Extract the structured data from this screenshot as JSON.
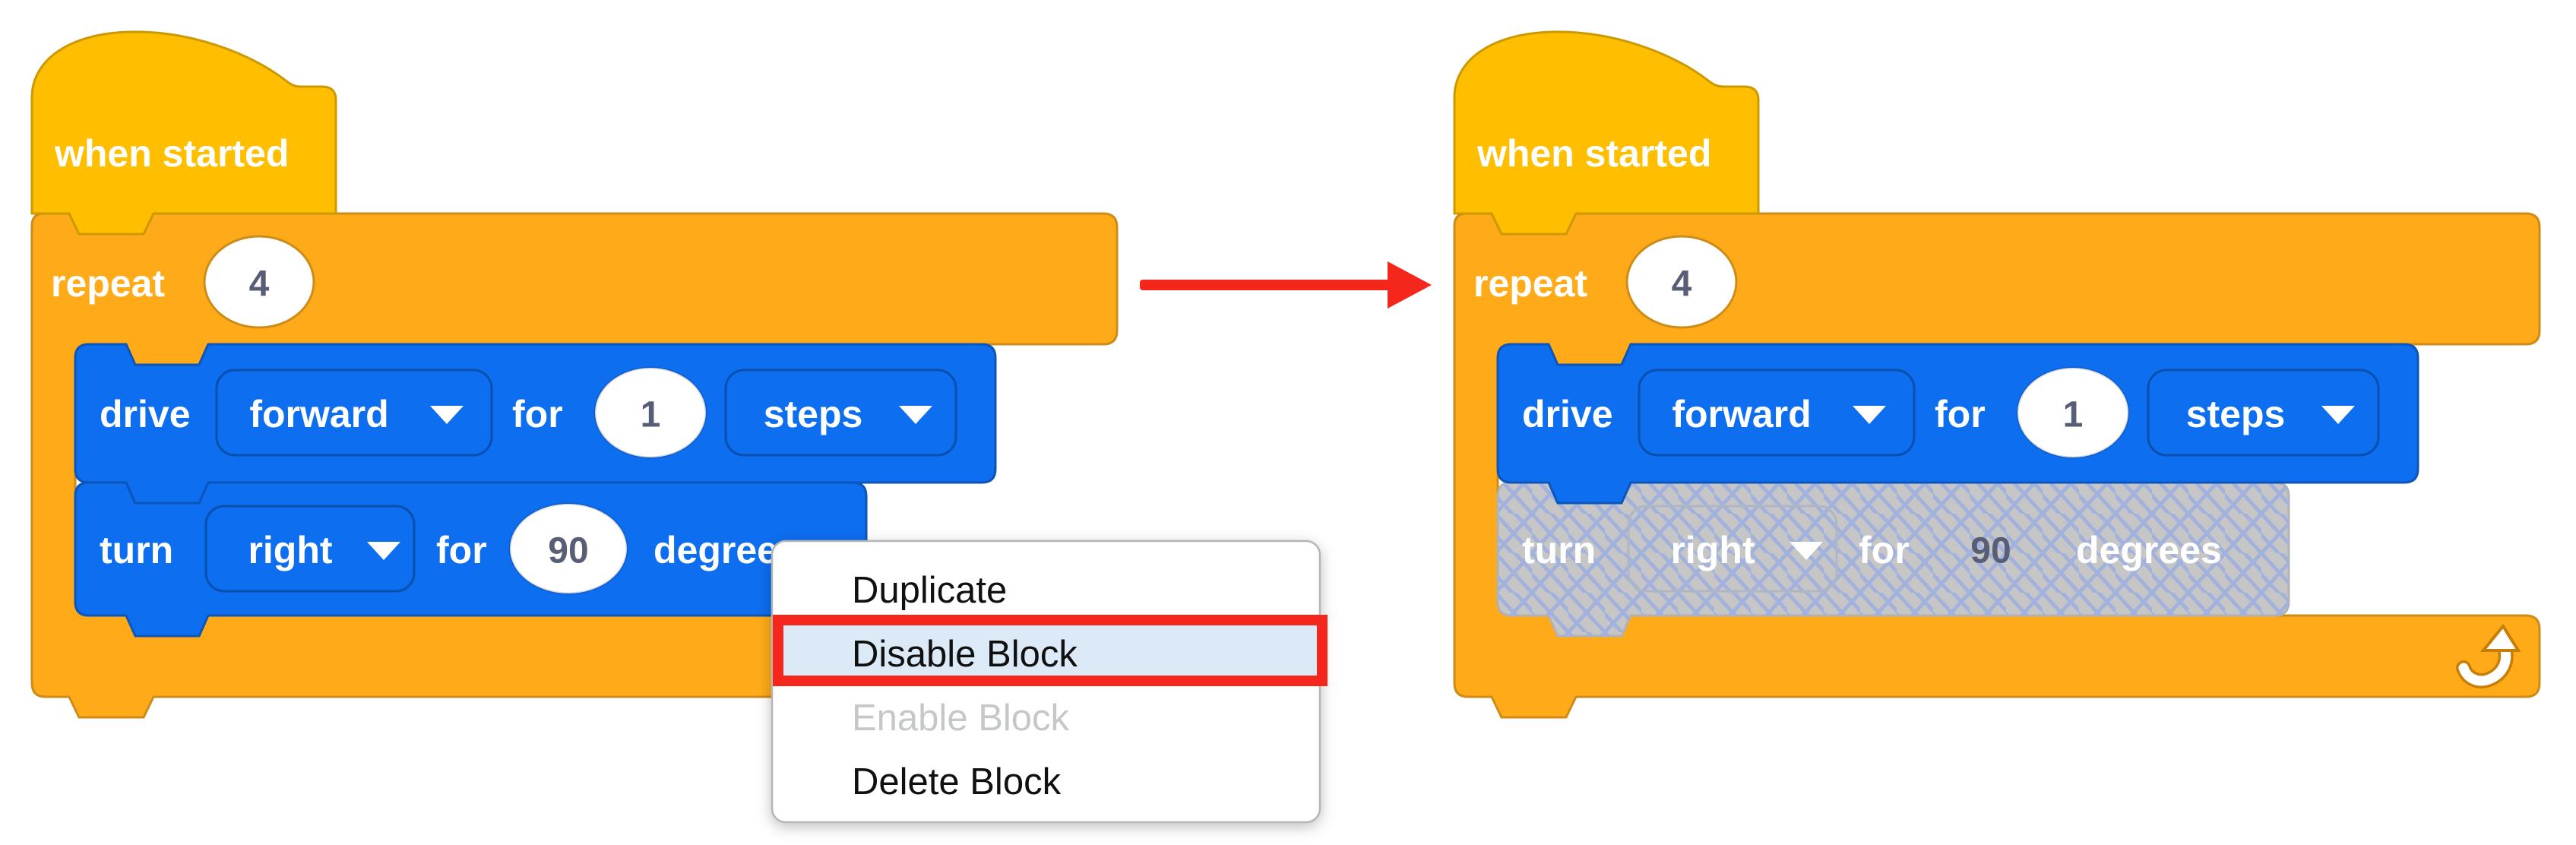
{
  "left_stack": {
    "hat_label": "when started",
    "repeat_label": "repeat",
    "repeat_count": "4",
    "drive_label": "drive",
    "drive_direction": "forward",
    "drive_for": "for",
    "drive_value": "1",
    "drive_unit": "steps",
    "turn_label": "turn",
    "turn_direction": "right",
    "turn_for": "for",
    "turn_value": "90",
    "turn_unit": "degrees"
  },
  "right_stack": {
    "hat_label": "when started",
    "repeat_label": "repeat",
    "repeat_count": "4",
    "drive_label": "drive",
    "drive_direction": "forward",
    "drive_for": "for",
    "drive_value": "1",
    "drive_unit": "steps",
    "turn_label": "turn",
    "turn_direction": "right",
    "turn_for": "for",
    "turn_value": "90",
    "turn_unit": "degrees"
  },
  "context_menu": {
    "items": [
      {
        "label": "Duplicate",
        "state": "normal"
      },
      {
        "label": "Disable Block",
        "state": "selected"
      },
      {
        "label": "Enable Block",
        "state": "disabled"
      },
      {
        "label": "Delete Block",
        "state": "normal"
      }
    ]
  },
  "icons": {
    "dropdown_caret": "caret-down-triangle",
    "repeat_end": "loop-arrow"
  },
  "colors": {
    "hat_yellow": "#FFBF00",
    "hat_border": "#CC9900",
    "control_orange": "#FFAB19",
    "control_border": "#CF8B17",
    "drivetrain_blue": "#0D6EF0",
    "drivetrain_border": "#0D55B8",
    "disabled_gray": "#C6C6C6",
    "disabled_hatch": "#A3B2DC",
    "input_text": "#575E75",
    "menu_highlight_bg": "#DCE9F7",
    "highlight_red": "#F5261B",
    "arrow_red": "#F5261B"
  }
}
